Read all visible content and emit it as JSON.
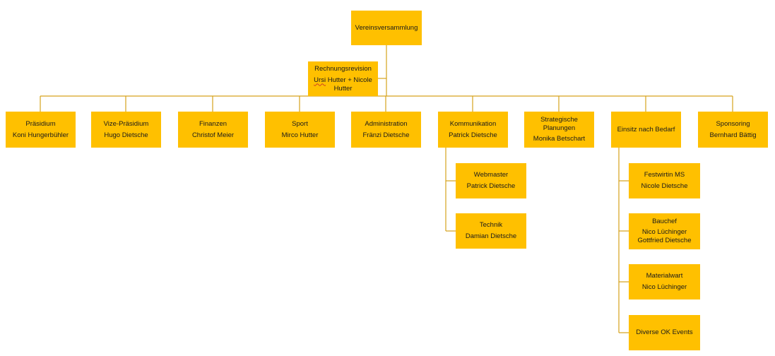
{
  "root": {
    "title": "Vereinsversammlung"
  },
  "revision": {
    "title": "Rechnungsrevision",
    "name_part1": "Ursi",
    "name_part2": "Hutter + Nicole Hutter"
  },
  "departments": [
    {
      "title": "Präsidium",
      "person": "Koni Hungerbühler"
    },
    {
      "title": "Vize-Präsidium",
      "person": "Hugo Dietsche"
    },
    {
      "title": "Finanzen",
      "person": "Christof Meier"
    },
    {
      "title": "Sport",
      "person": "Mirco Hutter"
    },
    {
      "title": "Administration",
      "person": "Fränzi Dietsche"
    },
    {
      "title": "Kommunikation",
      "person": "Patrick Dietsche"
    },
    {
      "title": "Strategische Planungen",
      "person": "Monika Betschart"
    },
    {
      "title": "Einsitz nach Bedarf",
      "person": ""
    },
    {
      "title": "Sponsoring",
      "person": "Bernhard Bättig"
    }
  ],
  "kommunikation_sub": [
    {
      "title": "Webmaster",
      "person": "Patrick Dietsche"
    },
    {
      "title": "Technik",
      "person": "Damian Dietsche"
    }
  ],
  "einsitz_sub": [
    {
      "title": "Festwirtin MS",
      "person": "Nicole Dietsche"
    },
    {
      "title": "Bauchef",
      "person": "Nico Lüchinger",
      "person2": "Gottfried Dietsche"
    },
    {
      "title": "Materialwart",
      "person": "Nico Lüchinger"
    },
    {
      "title": "Diverse OK Events",
      "person": ""
    }
  ],
  "colors": {
    "box": "#ffc000",
    "connector": "#d6a21c"
  }
}
